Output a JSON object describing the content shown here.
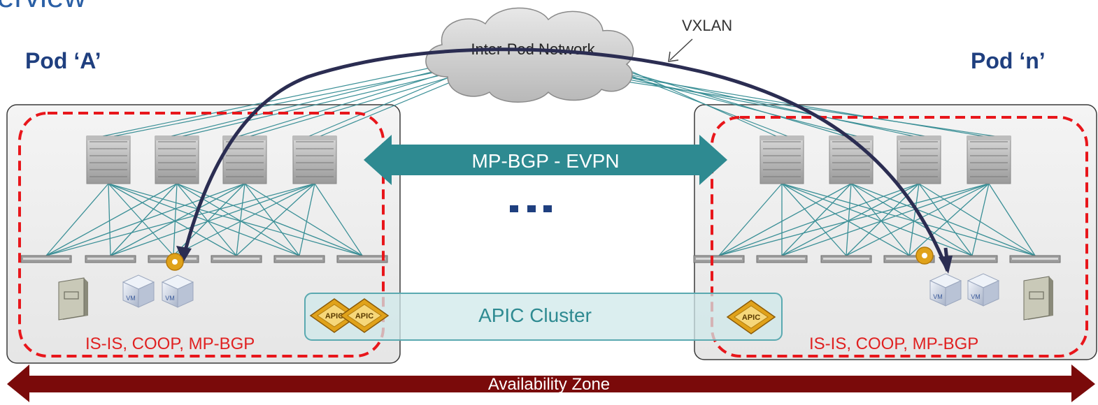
{
  "slide_title_partial": "erview",
  "cloud": {
    "label": "Inter-Pod Network"
  },
  "encap_label": "VXLAN",
  "pods": [
    {
      "title": "Pod ‘A’",
      "protocols": "IS-IS, COOP, MP-BGP"
    },
    {
      "title": "Pod ‘n’",
      "protocols": "IS-IS, COOP, MP-BGP"
    }
  ],
  "control_plane": {
    "label": "MP-BGP - EVPN"
  },
  "ellipsis": "...",
  "apic_cluster": {
    "label": "APIC Cluster",
    "node_label": "APIC"
  },
  "vm_label": "VM",
  "availability_zone": {
    "label": "Availability Zone"
  },
  "colors": {
    "pod_title": "#1f3f7f",
    "red_dashed": "#e8161b",
    "teal_arrow": "#2e8a91",
    "zone_arrow": "#7a0a0a",
    "vxlan_arrow": "#2b2d52",
    "fabric_line": "#3a8f96",
    "apic_gold": "#e0a21a"
  }
}
